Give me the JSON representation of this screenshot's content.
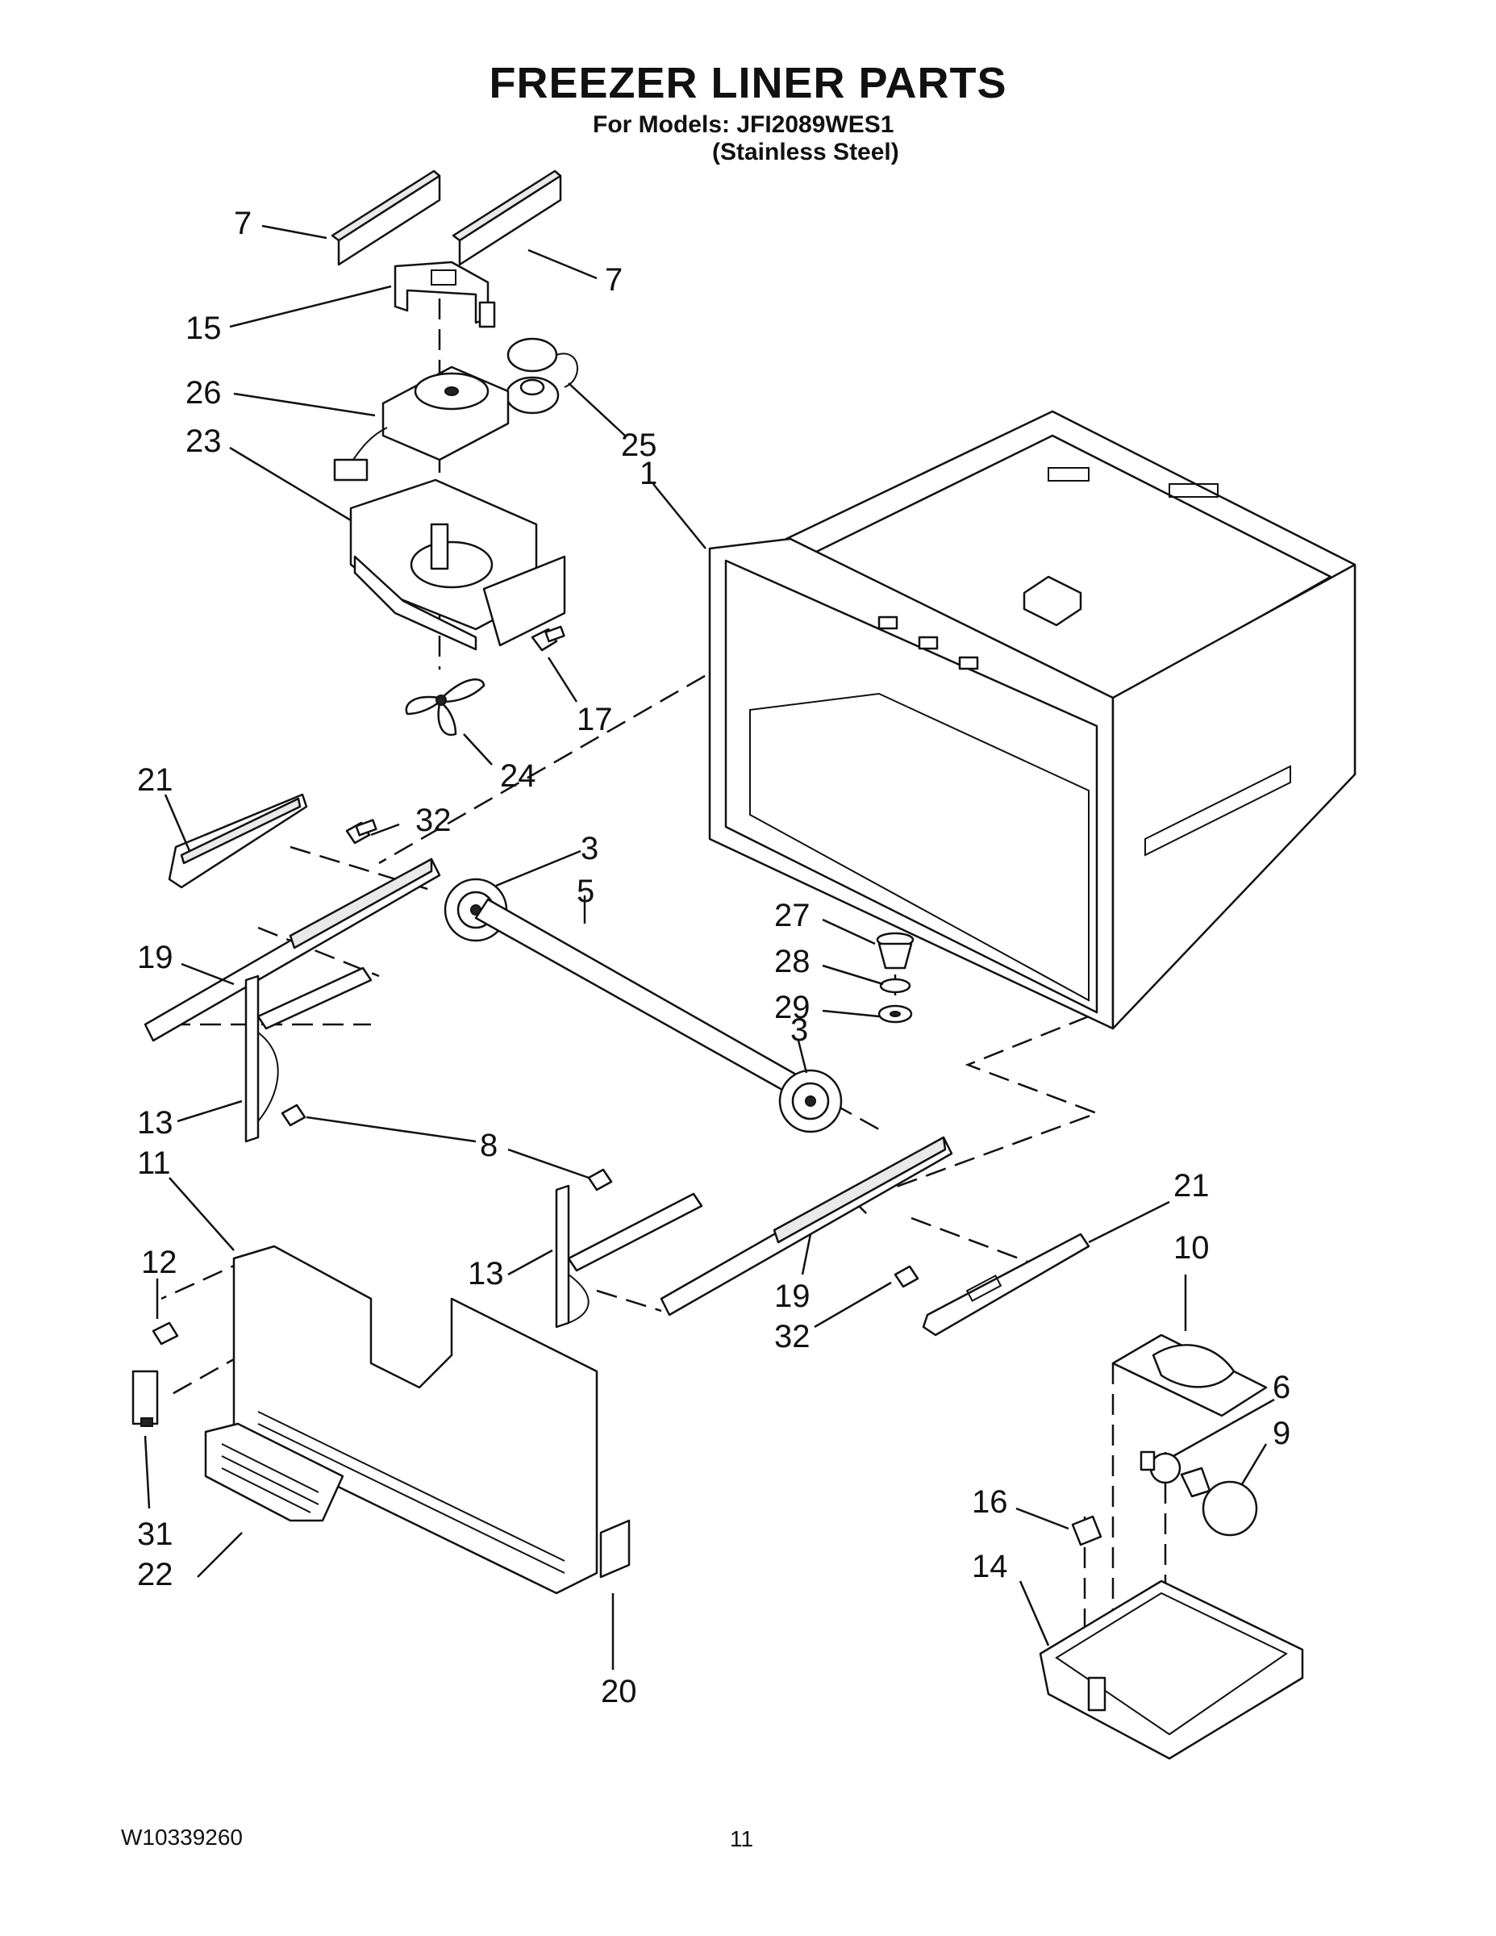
{
  "header": {
    "title": "FREEZER LINER PARTS",
    "models": "For Models: JFI2089WES1",
    "variant": "(Stainless Steel)"
  },
  "footer": {
    "document_number": "W10339260",
    "page_number": "11"
  },
  "callouts": [
    {
      "id": "c7a",
      "label": "7"
    },
    {
      "id": "c7b",
      "label": "7"
    },
    {
      "id": "c15",
      "label": "15"
    },
    {
      "id": "c26",
      "label": "26"
    },
    {
      "id": "c25",
      "label": "25"
    },
    {
      "id": "c1",
      "label": "1"
    },
    {
      "id": "c23",
      "label": "23"
    },
    {
      "id": "c17",
      "label": "17"
    },
    {
      "id": "c24",
      "label": "24"
    },
    {
      "id": "c21a",
      "label": "21"
    },
    {
      "id": "c32a",
      "label": "32"
    },
    {
      "id": "c3a",
      "label": "3"
    },
    {
      "id": "c5",
      "label": "5"
    },
    {
      "id": "c27",
      "label": "27"
    },
    {
      "id": "c28",
      "label": "28"
    },
    {
      "id": "c29",
      "label": "29"
    },
    {
      "id": "c3b",
      "label": "3"
    },
    {
      "id": "c19a",
      "label": "19"
    },
    {
      "id": "c13a",
      "label": "13"
    },
    {
      "id": "c8",
      "label": "8"
    },
    {
      "id": "c11",
      "label": "11"
    },
    {
      "id": "c12",
      "label": "12"
    },
    {
      "id": "c13b",
      "label": "13"
    },
    {
      "id": "c21b",
      "label": "21"
    },
    {
      "id": "c10",
      "label": "10"
    },
    {
      "id": "c19b",
      "label": "19"
    },
    {
      "id": "c32b",
      "label": "32"
    },
    {
      "id": "c6",
      "label": "6"
    },
    {
      "id": "c9",
      "label": "9"
    },
    {
      "id": "c16",
      "label": "16"
    },
    {
      "id": "c14",
      "label": "14"
    },
    {
      "id": "c31",
      "label": "31"
    },
    {
      "id": "c22",
      "label": "22"
    },
    {
      "id": "c20",
      "label": "20"
    }
  ]
}
